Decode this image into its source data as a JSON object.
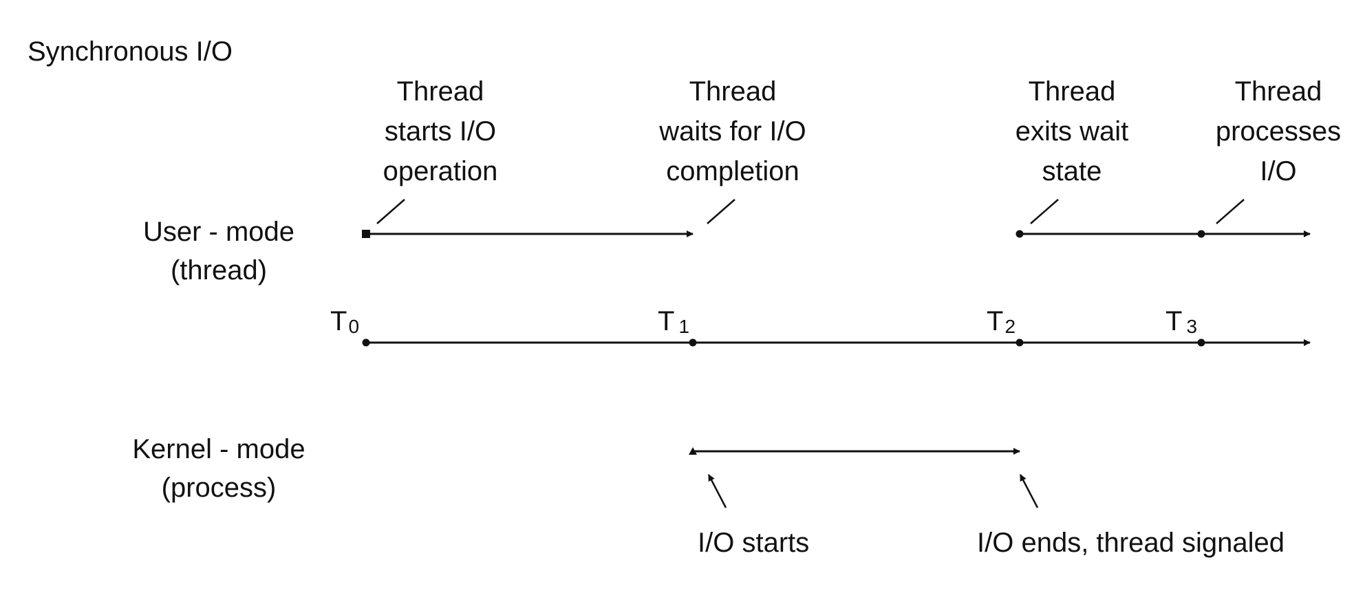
{
  "title": "Synchronous I/O",
  "rows": {
    "user": [
      "User - mode",
      "(thread)"
    ],
    "kernel": [
      "Kernel - mode",
      "(process)"
    ]
  },
  "time_marks": [
    {
      "letter": "T",
      "sub": "0"
    },
    {
      "letter": "T",
      "sub": "1"
    },
    {
      "letter": "T",
      "sub": "2"
    },
    {
      "letter": "T",
      "sub": "3"
    }
  ],
  "user_events": [
    [
      "Thread",
      "starts I/O",
      "operation"
    ],
    [
      "Thread",
      "waits for I/O",
      "completion"
    ],
    [
      "Thread",
      "exits wait",
      "state"
    ],
    [
      "Thread",
      "processes",
      "I/O"
    ]
  ],
  "kernel_events": [
    "I/O starts",
    "I/O ends, thread signaled"
  ]
}
